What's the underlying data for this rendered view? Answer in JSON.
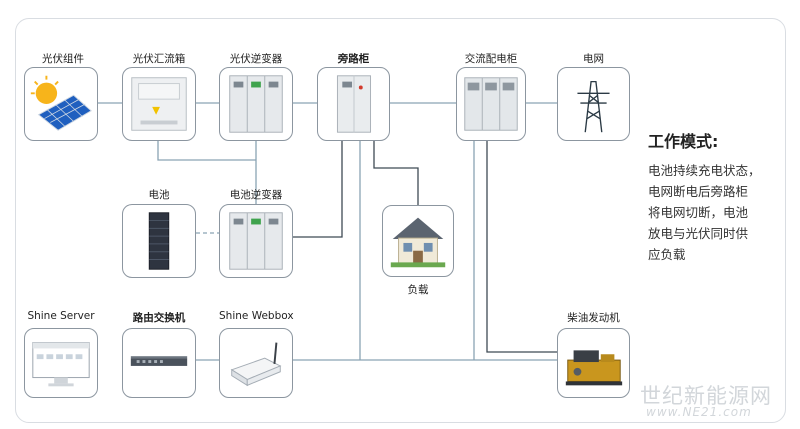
{
  "nodes": {
    "pv_module": "光伏组件",
    "combiner_box": "光伏汇流箱",
    "pv_inverter": "光伏逆变器",
    "bypass_cabinet": "旁路柜",
    "ac_distribution": "交流配电柜",
    "grid": "电网",
    "battery": "电池",
    "battery_inverter": "电池逆变器",
    "load": "负载",
    "shine_server": "Shine Server",
    "router_switch": "路由交换机",
    "shine_webbox": "Shine Webbox",
    "diesel_generator": "柴油发动机"
  },
  "work_mode": {
    "title": "工作模式:",
    "lines": [
      "电池持续充电状态，",
      "电网断电后旁路柜",
      "将电网切断，电池",
      "放电与光伏同时供",
      "应负载"
    ]
  },
  "watermark": {
    "text": "世纪新能源网",
    "url": "www.NE21.com"
  },
  "colors": {
    "line": "#8aa3b4",
    "line_dark": "#3f4a54",
    "frame": "#d9dde2"
  }
}
